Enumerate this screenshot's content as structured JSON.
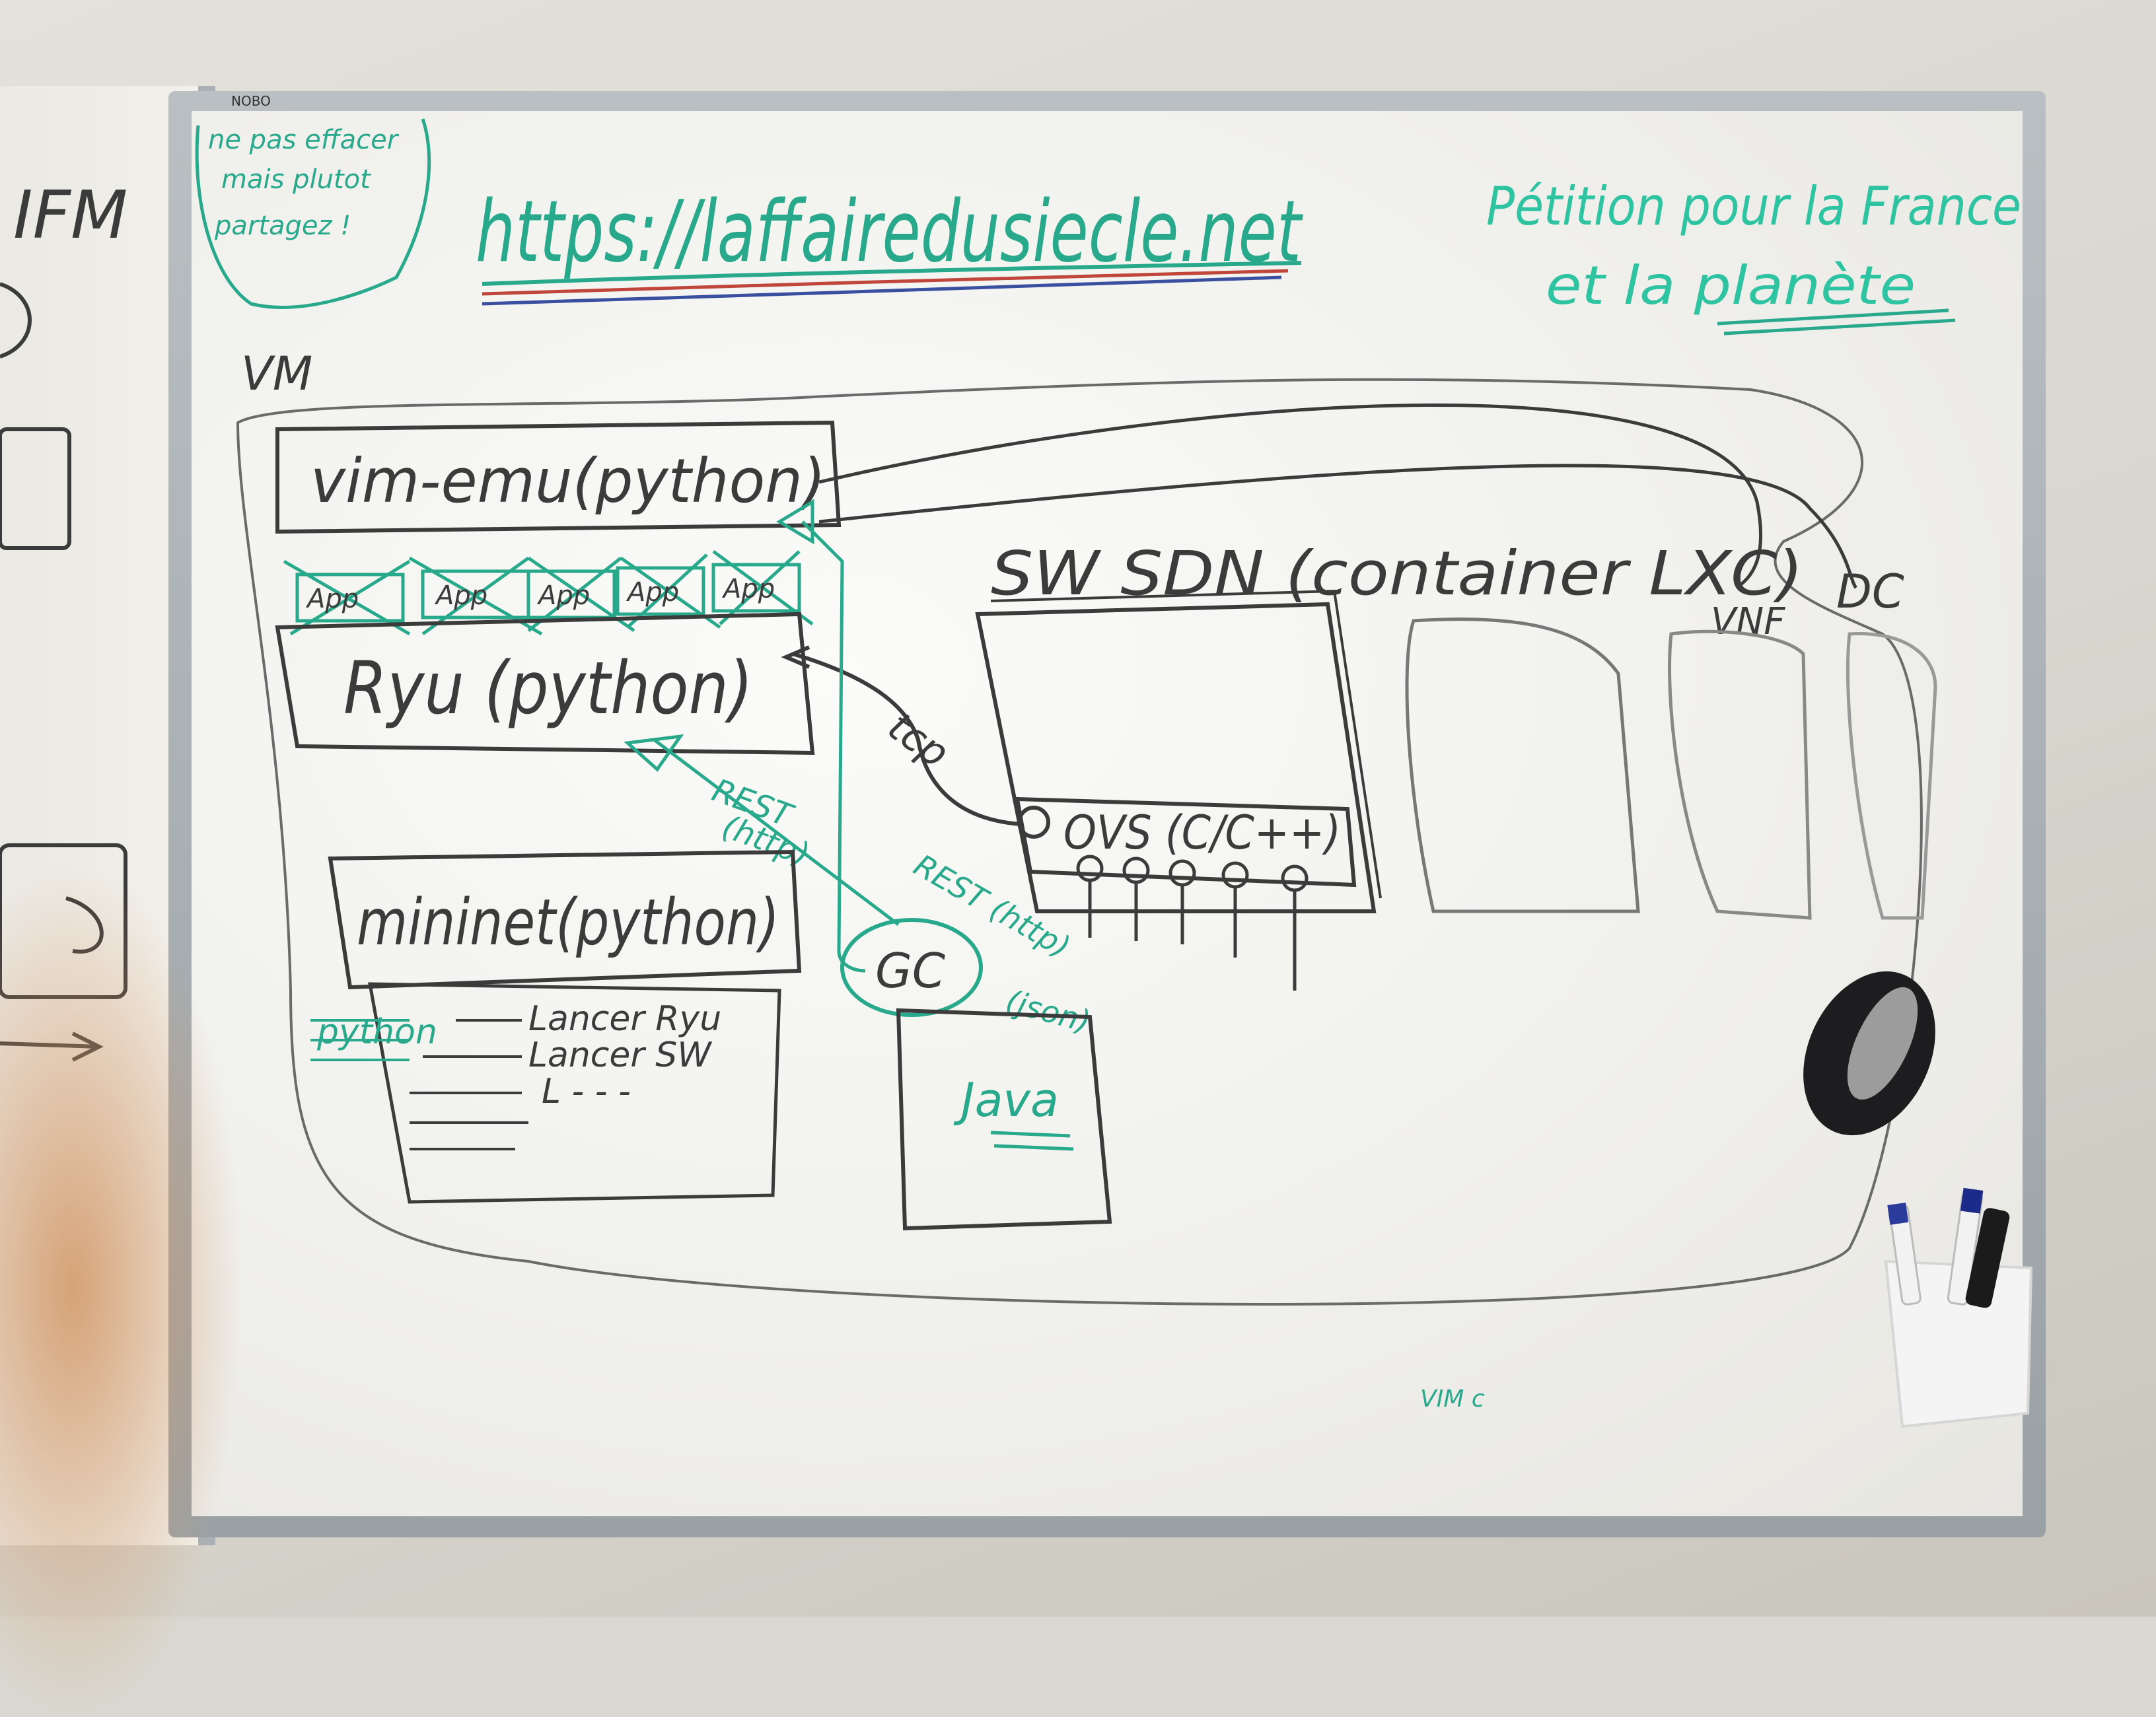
{
  "board": {
    "brand": "NOBO",
    "note_corner": [
      "ne pas effacer",
      "mais plutot",
      "partagez !"
    ],
    "url": "https://laffairedusiecle.net",
    "petition": [
      "Pétition pour la France",
      "et la planète"
    ],
    "vm_label": "VM",
    "vim_emu": "vim-emu(python)",
    "apps": [
      "App",
      "App",
      "App",
      "App",
      "App"
    ],
    "ryu": "Ryu (python)",
    "tcp": "tcp",
    "rest_http": [
      "REST",
      "(http)"
    ],
    "rest_http_json": [
      "REST (http)",
      "(json)"
    ],
    "sw_sdn": "SW SDN (container LXC)",
    "vnf": "VNF",
    "dc": "DC",
    "ovs": "OVS (C/C++)",
    "mininet": "mininet(python)",
    "script_lines": [
      "Lancer Ryu",
      "Lancer SW",
      "L - - -"
    ],
    "python_tag": "python",
    "gc": "GC",
    "java": "Java",
    "bottom_note": "VIM c"
  },
  "left_board": {
    "fragment": "IFM"
  },
  "colors": {
    "black_marker": "#3b3b3b",
    "green_marker": "#29a98c",
    "red_marker": "#c0453a",
    "blue_marker": "#3a4fa0",
    "board_white": "#f6f6f3",
    "frame": "#a9b0b4"
  }
}
